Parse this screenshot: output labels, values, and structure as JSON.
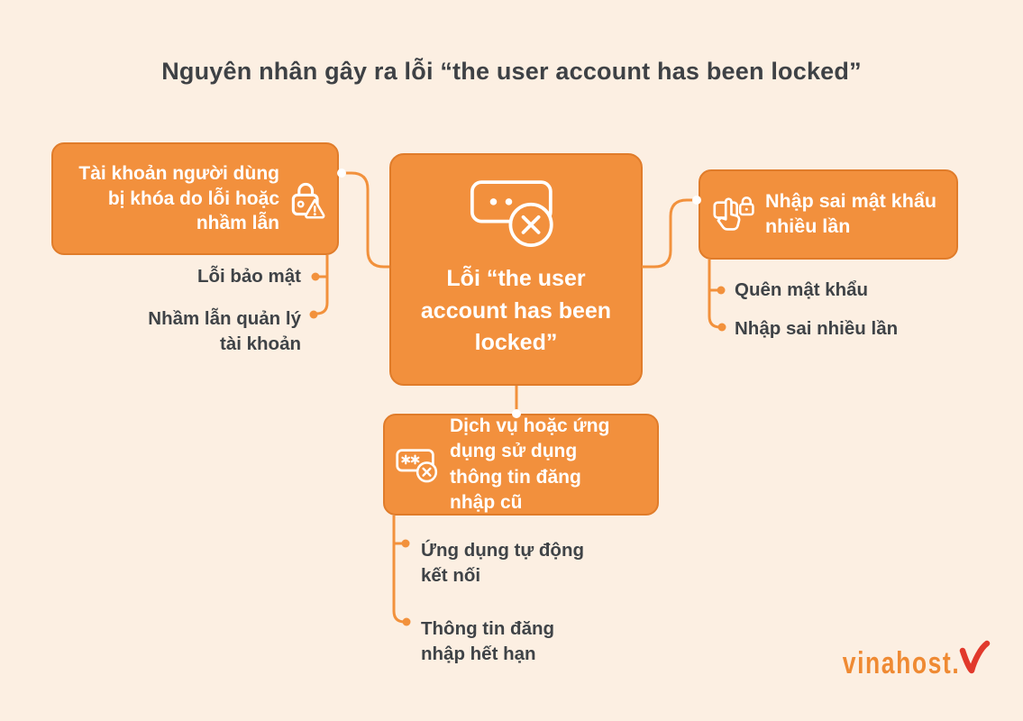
{
  "title": "Nguyên nhân gây ra lỗi “the user account has been locked”",
  "colors": {
    "background": "#FCEFE2",
    "box_fill": "#F2903D",
    "box_border": "#E07C2A",
    "connector": "#F2913C",
    "text_dark": "#3F4347",
    "text_white": "#FFFFFF",
    "logo_orange": "#EF8A33",
    "logo_red": "#E1392C"
  },
  "center": {
    "label": "Lỗi “the user account has been locked”",
    "icon": "error-dialog-icon"
  },
  "branches": {
    "left": {
      "label": "Tài khoản người dùng bị khóa do lỗi hoặc nhầm lẫn",
      "icon": "lock-warning-icon",
      "children": [
        "Lỗi bảo mật",
        "Nhầm lẫn quản lý tài khoản"
      ]
    },
    "right": {
      "label": "Nhập sai mật khẩu nhiều lần",
      "icon": "tap-password-lock-icon",
      "children": [
        "Quên mật khẩu",
        "Nhập sai nhiều lần"
      ]
    },
    "bottom": {
      "label": "Dịch vụ hoặc ứng dụng sử dụng thông tin đăng nhập cũ",
      "icon": "old-credentials-icon",
      "children": [
        "Ứng dụng tự động kết nối",
        "Thông tin đăng nhập hết hạn"
      ]
    }
  },
  "logo": {
    "text": "vinahost.",
    "mark": "red-check-icon"
  }
}
